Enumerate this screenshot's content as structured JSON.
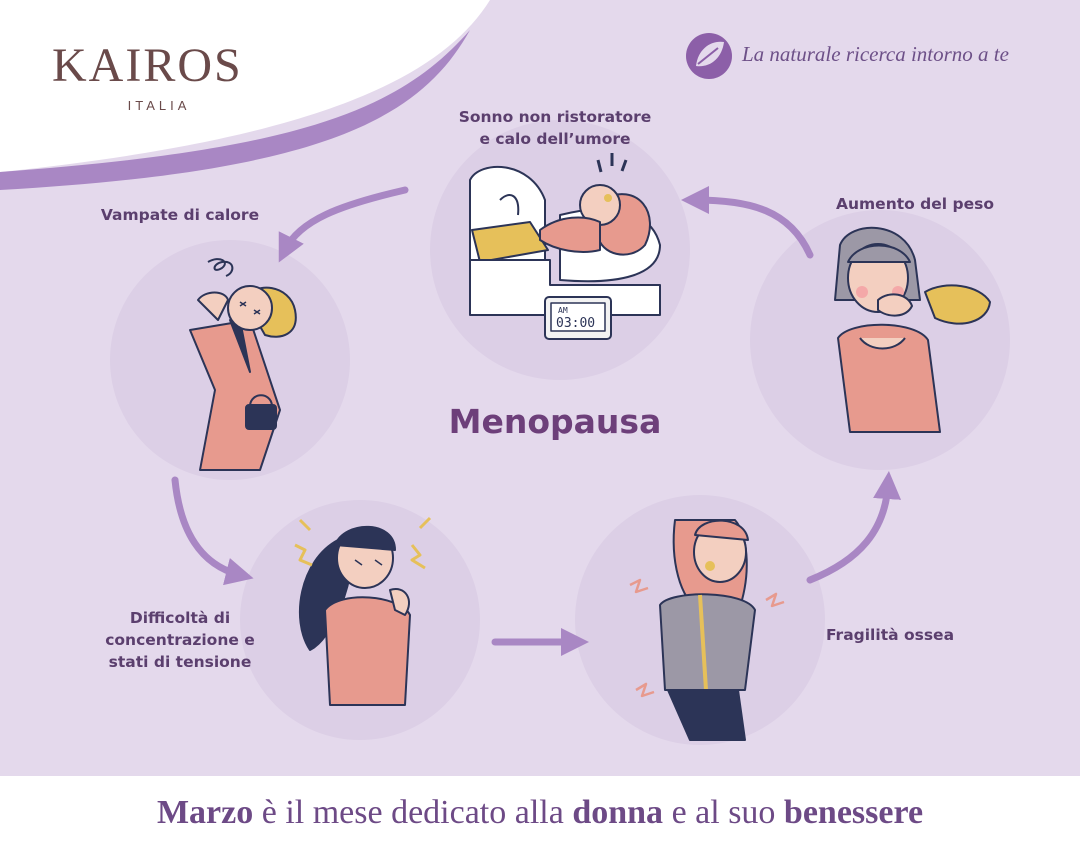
{
  "brand": {
    "logo_text": "KAIROS",
    "logo_subtext": "ITALIA",
    "tagline": "La naturale ricerca intorno a te"
  },
  "diagram": {
    "center": "Menopausa",
    "stages": {
      "sonno": [
        "Sonno non ristoratore",
        "e calo dell’umore"
      ],
      "clock": "03:00",
      "clock_am": "AM",
      "vampate": "Vampate di calore",
      "peso": "Aumento del peso",
      "concentrazione": [
        "Difficoltà di",
        "concentrazione e",
        "stati di tensione"
      ],
      "ossea": "Fragilità ossea"
    }
  },
  "footer": {
    "w1": "Marzo",
    "w2": " è il mese dedicato alla ",
    "w3": "donna",
    "w4": " e al suo ",
    "w5": "benessere"
  },
  "colors": {
    "background": "#e4d9ec",
    "accent": "#a987c4",
    "title": "#6d3f7a",
    "skin": "#f3cfc0",
    "coral": "#e79a8e",
    "mustard": "#e6c05a",
    "navy": "#2c3457"
  }
}
